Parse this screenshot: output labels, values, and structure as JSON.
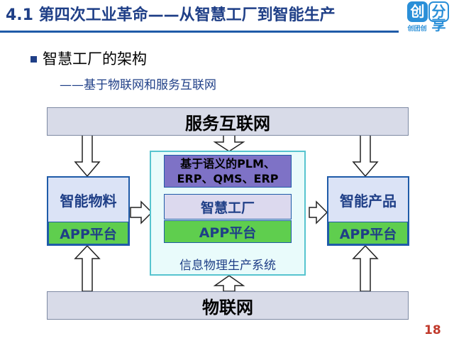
{
  "header": {
    "title": "4.1 第四次工业革命——从智慧工厂到智能生产",
    "logo_left": "创",
    "logo_right_top": "分",
    "logo_right_bottom": "享",
    "logo_sub": "创团创"
  },
  "content": {
    "bullet": "智慧工厂的架构",
    "subtitle": "——基于物联网和服务互联网"
  },
  "diagram": {
    "top_bar": "服务互联网",
    "bottom_bar": "物联网",
    "left": {
      "title": "智能物料",
      "platform": "APP平台"
    },
    "center": {
      "systems_line1": "基于语义的PLM、",
      "systems_line2": "ERP、QMS、ERP",
      "factory": "智慧工厂",
      "platform": "APP平台",
      "caption": "信息物理生产系统"
    },
    "right": {
      "title": "智能产品",
      "platform": "APP平台"
    }
  },
  "footer": {
    "page_number": "18"
  },
  "colors": {
    "title": "#1f3f87",
    "accent_blue": "#1f5ba8",
    "green": "#5fce4e",
    "purple": "#7e72c6",
    "teal_border": "#57c4cf",
    "page_number": "#c0392b"
  }
}
